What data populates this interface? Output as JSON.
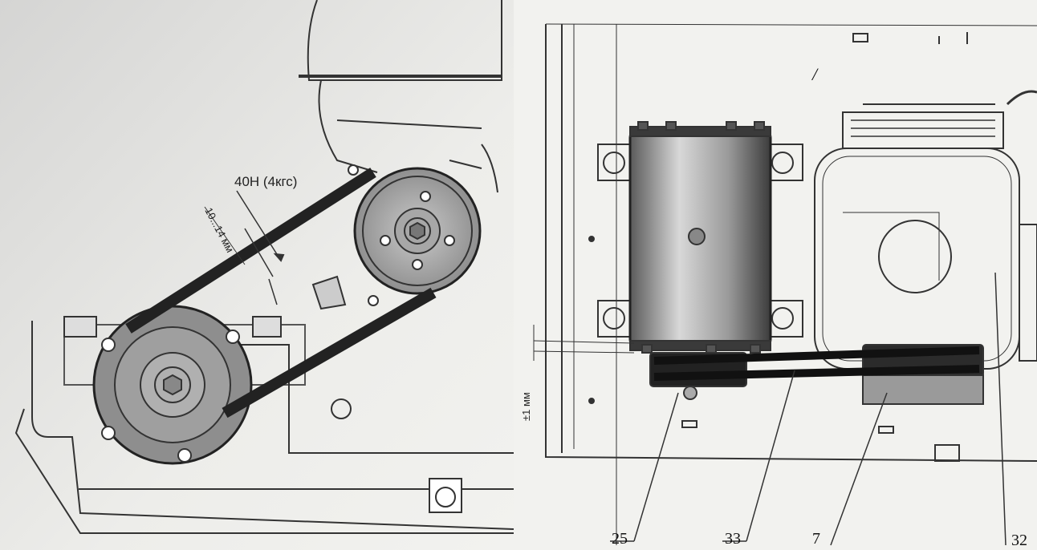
{
  "left_view": {
    "force_label": "40Н (4кгс)",
    "deflection_label": "10...14 мм"
  },
  "right_view": {
    "alignment_label": "±1 мм",
    "handwritten_mark": "/",
    "callouts": [
      "25",
      "33",
      "7",
      "32"
    ]
  }
}
